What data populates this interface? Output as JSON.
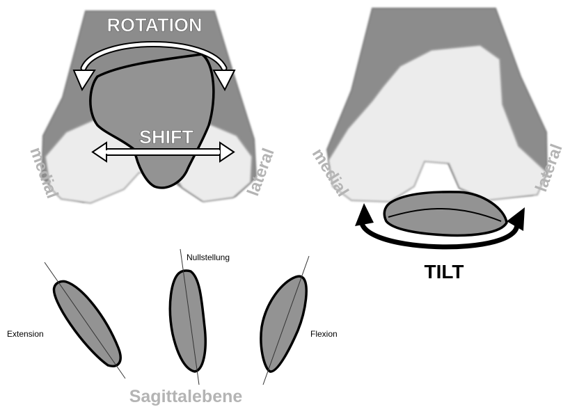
{
  "labels": {
    "rotation": "ROTATION",
    "shift": "SHIFT",
    "tilt": "TILT",
    "medial_left": "medial",
    "lateral_left": "lateral",
    "medial_right": "medial",
    "lateral_right": "lateral",
    "nullstellung": "Nullstellung",
    "extension": "Extension",
    "flexion": "Flexion",
    "sagittalebene": "Sagittalebene"
  },
  "colors": {
    "bone_dark": "#8c8c8c",
    "bone_light": "#ececec",
    "patella": "#939393",
    "outline": "#000000",
    "label_gray": "#b4b4b4",
    "background": "#ffffff"
  }
}
